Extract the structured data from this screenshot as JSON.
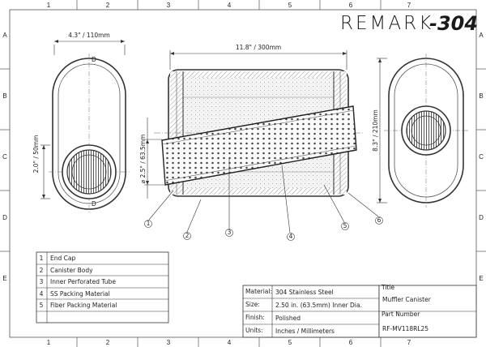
{
  "brand": {
    "name": "REMARK",
    "suffix": "-304"
  },
  "grid": {
    "columns": [
      "1",
      "2",
      "3",
      "4",
      "5",
      "6",
      "7"
    ],
    "rows": [
      "A",
      "B",
      "C",
      "D",
      "E"
    ]
  },
  "dimensions": {
    "left_width": "4.3\" / 110mm",
    "left_height": "2.0\" / 50mm",
    "center_length": "11.8\" / 300mm",
    "center_diameter": "⌀ 2.5\" / 63.5mm",
    "right_height": "8.3\" / 210mm",
    "d_label": "D"
  },
  "callouts": [
    "1",
    "2",
    "3",
    "4",
    "5",
    "6"
  ],
  "legend": [
    {
      "num": "1",
      "label": "End Cap"
    },
    {
      "num": "2",
      "label": "Canister Body"
    },
    {
      "num": "3",
      "label": "Inner Perforated Tube"
    },
    {
      "num": "4",
      "label": "SS Packing Material"
    },
    {
      "num": "5",
      "label": "Fiber Packing Material"
    }
  ],
  "spec": {
    "material_label": "Material:",
    "material": "304 Stainless Steel",
    "size_label": "Size:",
    "size": "2.50 in. (63.5mm) Inner Dia.",
    "finish_label": "Finish:",
    "finish": "Polished",
    "units_label": "Units:",
    "units": "Inches / Millimeters"
  },
  "title_block": {
    "title_label": "Title",
    "title": "Muffler Canister",
    "part_label": "Part Number",
    "part": "RF-MV118RL25"
  }
}
